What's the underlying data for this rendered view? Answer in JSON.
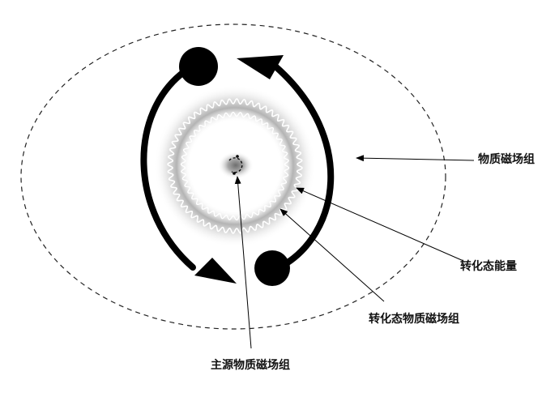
{
  "labels": {
    "material_field_group": "物质磁场组",
    "transformed_energy": "转化态能量",
    "transformed_material_field_group": "转化态物质磁场组",
    "main_source_field_group": "主源物质磁场组"
  }
}
